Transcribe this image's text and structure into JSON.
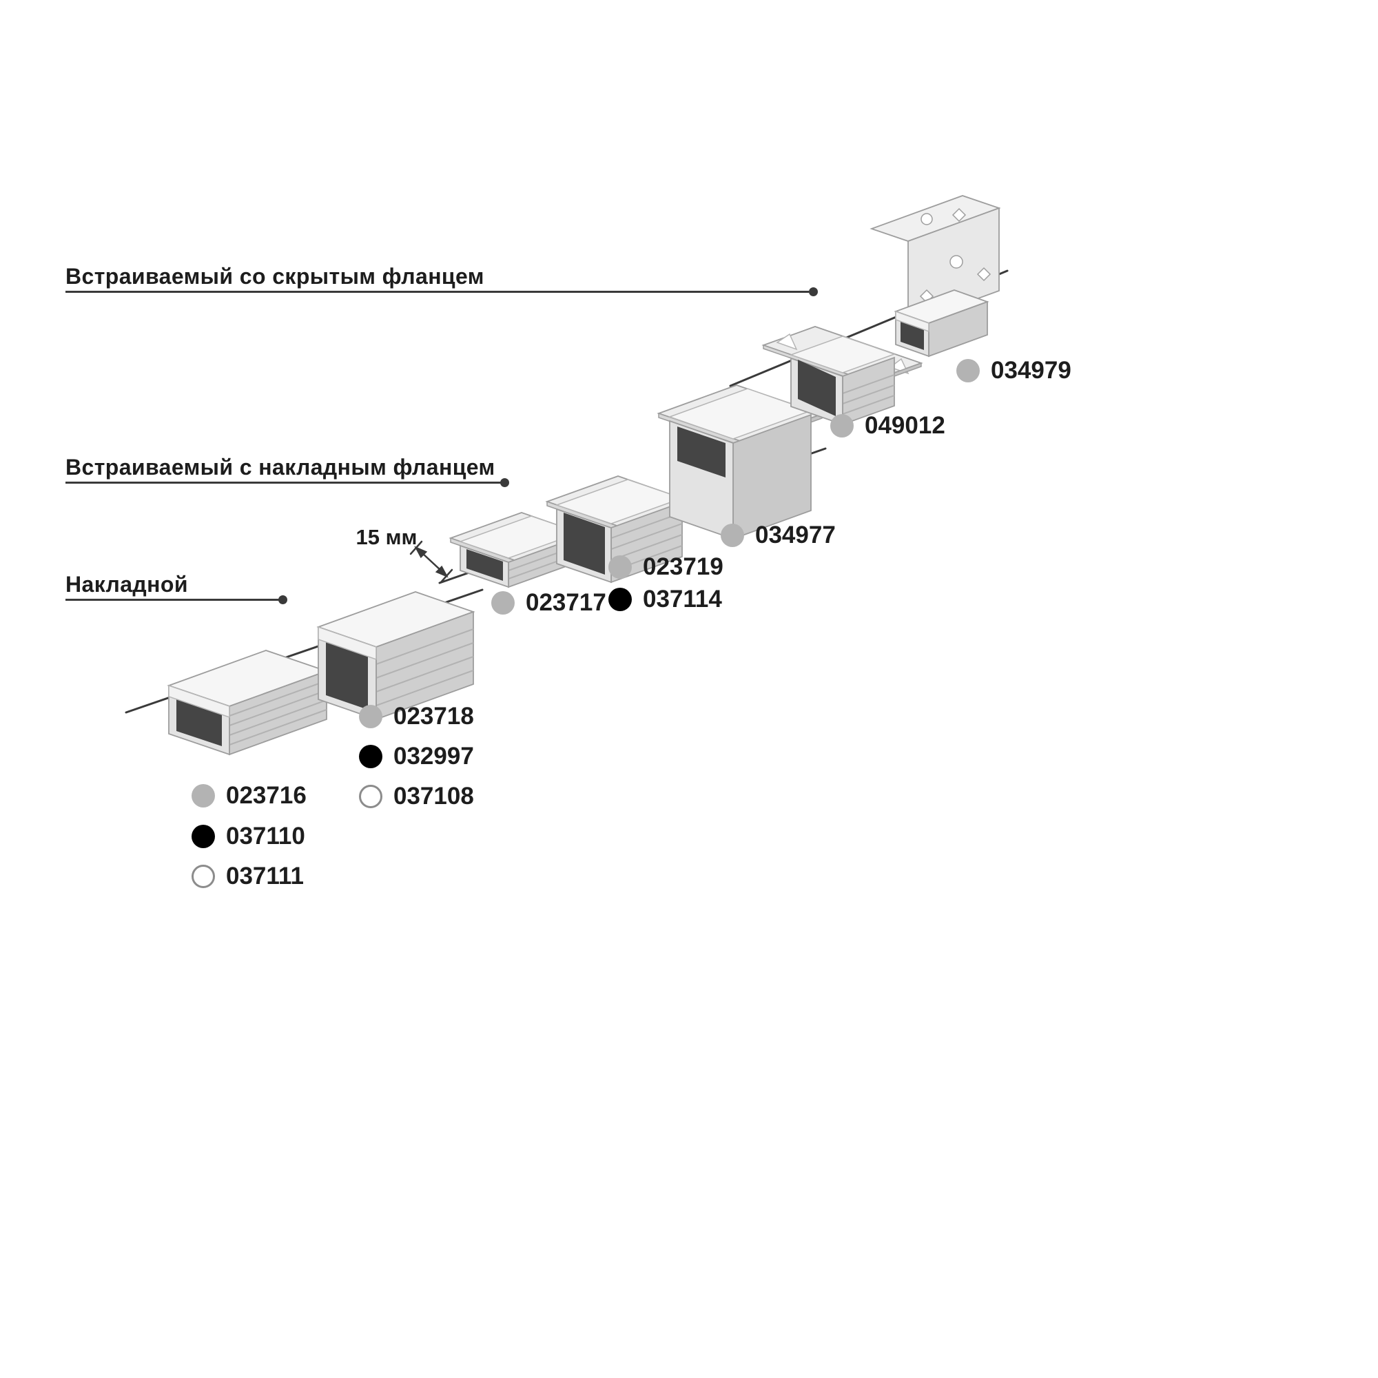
{
  "categories": [
    {
      "id": "hidden-flange",
      "label": "Встраиваемый со скрытым фланцем"
    },
    {
      "id": "surface-flange",
      "label": "Встраиваемый с накладным фланцем"
    },
    {
      "id": "surface",
      "label": "Накладной"
    }
  ],
  "dimension": {
    "label": "15 мм"
  },
  "colors": {
    "dot-gray": "#b3b3b3",
    "dot-black": "#000000",
    "dot-white": "#ffffff",
    "dot-stroke": "#8c8c8c",
    "line": "#3a3a3a",
    "text": "#1d1d1d"
  },
  "product_groups": [
    {
      "profile": "surface-mount-wide-profile",
      "codes": [
        {
          "code": "023716",
          "dot": "gray"
        },
        {
          "code": "037110",
          "dot": "black"
        },
        {
          "code": "037111",
          "dot": "white"
        }
      ]
    },
    {
      "profile": "surface-mount-high-profile",
      "codes": [
        {
          "code": "023718",
          "dot": "gray"
        },
        {
          "code": "032997",
          "dot": "black"
        },
        {
          "code": "037108",
          "dot": "white"
        }
      ]
    },
    {
      "profile": "recessed-low-profile",
      "codes": [
        {
          "code": "023717",
          "dot": "gray"
        }
      ]
    },
    {
      "profile": "recessed-high-profile",
      "codes": [
        {
          "code": "023719",
          "dot": "gray"
        },
        {
          "code": "037114",
          "dot": "black"
        }
      ]
    },
    {
      "profile": "recessed-deep-profile",
      "codes": [
        {
          "code": "034977",
          "dot": "gray"
        }
      ]
    },
    {
      "profile": "hidden-flange-profile",
      "codes": [
        {
          "code": "049012",
          "dot": "gray"
        }
      ]
    },
    {
      "profile": "corner-mount-profile",
      "codes": [
        {
          "code": "034979",
          "dot": "gray"
        }
      ]
    }
  ]
}
